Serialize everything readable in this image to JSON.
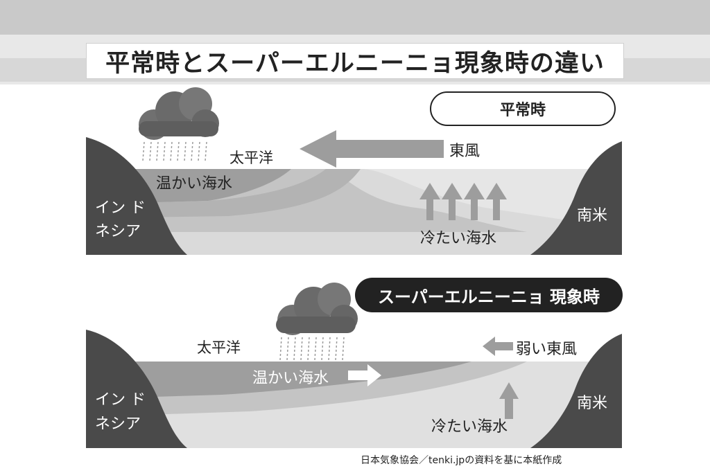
{
  "title": "平常時とスーパーエルニーニョ現象時の違い",
  "normal": {
    "heading": "平常時",
    "indonesia": [
      "イン ド",
      "ネシア"
    ],
    "south_america": "南米",
    "pacific": "太平洋",
    "warm_water": "温かい海水",
    "cold_water": "冷たい海水",
    "wind": "東風"
  },
  "super": {
    "heading": "スーパーエルニーニョ 現象時",
    "indonesia": [
      "イン ド",
      "ネシア"
    ],
    "south_america": "南米",
    "pacific": "太平洋",
    "warm_water": "温かい海水",
    "cold_water": "冷たい海水",
    "wind": "弱い東風"
  },
  "source": "日本気象協会／tenki.jpの資料を基に本紙作成",
  "colors": {
    "land": "#4a4a4a",
    "sea_light": "#e4e4e4",
    "sea_mid": "#cfcfcf",
    "warm_layer": "#9a9a9a",
    "cloud": "#6f6f6f",
    "arrow": "#9d9d9d"
  }
}
